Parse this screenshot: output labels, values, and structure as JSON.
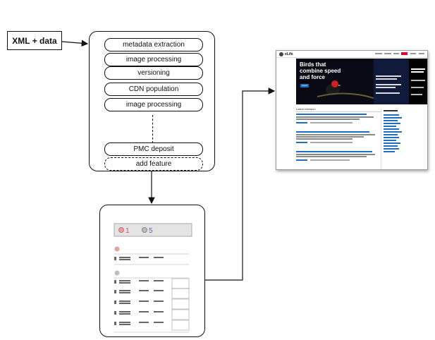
{
  "input": {
    "label": "XML + data"
  },
  "pipeline": {
    "steps": [
      "metadata extraction",
      "image processing",
      "versioning",
      "CDN population",
      "image processing",
      "PMC deposit",
      "add feature"
    ]
  },
  "store": {
    "header": {
      "count_a": "1",
      "count_b": "5"
    },
    "colors": {
      "badge_red": "#e8a0a0",
      "badge_gray": "#bdbdbd",
      "header_bg": "#e4e4e4"
    }
  },
  "website": {
    "brand": "eLife",
    "hero_headline": "Birds that combine speed and force",
    "hero_button": "Read",
    "section_tab": "Latest research",
    "colors": {
      "hero_bg": "#0a0a14",
      "side_bg": "#101a3a",
      "link": "#1b6ec2",
      "accent": "#e4002b"
    }
  }
}
